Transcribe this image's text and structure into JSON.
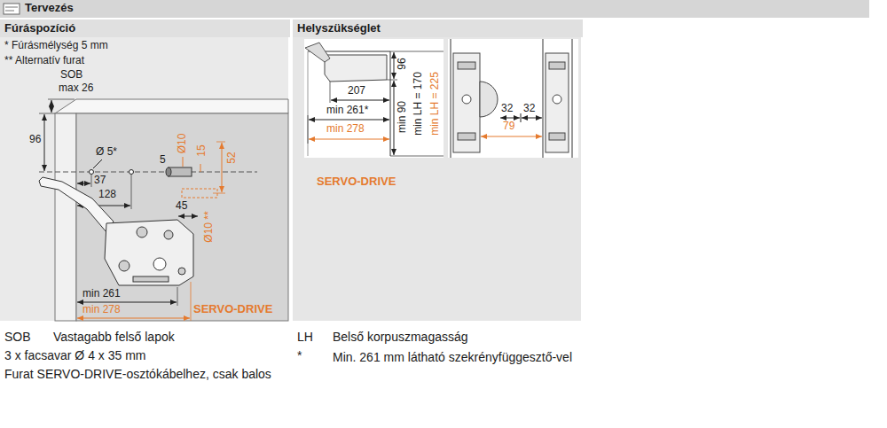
{
  "diagram": {
    "title": "Tervezés",
    "nodes": [
      {
        "text": [
          "Fúráspozíció"
        ]
      },
      {
        "text": [
          "Helyszükséglet"
        ]
      }
    ],
    "labels": [
      "* Fúrásmélység 5 mm",
      "** Alternatív furat",
      "SOB",
      "max 26",
      "96",
      "Ø 5*",
      "37",
      "128",
      "5",
      "Ø10",
      "15",
      "52",
      "45",
      "Ø10 **",
      "min 261",
      "min 278",
      "SERVO-DRIVE",
      "96",
      "207",
      "min 261*",
      "min 278",
      "min 90",
      "min LH = 170",
      "min LH = 225",
      "SERVO-DRIVE",
      "32",
      "32",
      "79",
      "SOB",
      "Vastagabb felső lapok",
      "3 x facsavar Ø 4 x 35 mm",
      "Furat SERVO-DRIVE-osztókábelhez, csak balos",
      "LH",
      "Belső korpuszmagasság",
      "*",
      "Min. 261 mm látható szekrényfüggesztő-vel"
    ]
  }
}
